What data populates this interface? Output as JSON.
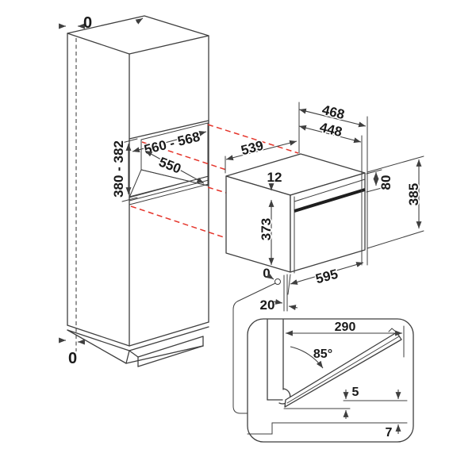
{
  "colors": {
    "background": "#ffffff",
    "line": "#3f3f3f",
    "text": "#191919",
    "niche_back_wall": "#a5a5a5",
    "niche_floor": "#d8d8d8",
    "projection_red": "#e5352b"
  },
  "cabinet": {
    "top_flush": "0",
    "bottom_flush": "0",
    "niche": {
      "width_range": "560 - 568",
      "depth": "550",
      "height_range": "380 - 382"
    }
  },
  "oven": {
    "depth_total": "468",
    "depth_body": "448",
    "body_width": "539",
    "top_inset": "12",
    "body_height": "373",
    "front_flush": "0",
    "fascia_height": "80",
    "height_total": "385",
    "width_total": "595",
    "door_protrusion": "20"
  },
  "door_detail": {
    "door_length": "290",
    "opening_angle": "85°",
    "clearance_upper": "5",
    "clearance_lower": "7"
  }
}
